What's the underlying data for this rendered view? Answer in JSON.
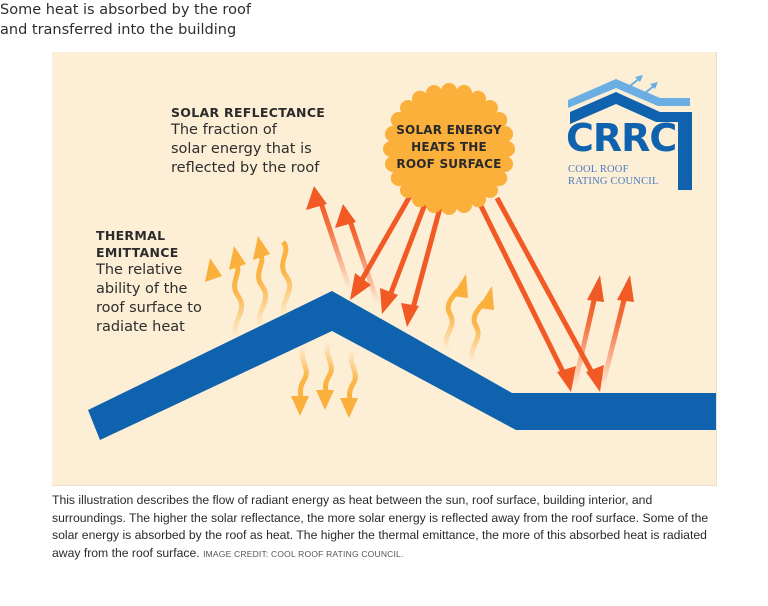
{
  "illustration": {
    "solar_reflectance": {
      "heading": "SOLAR REFLECTANCE",
      "lines": [
        "The fraction of",
        "solar energy that is",
        "reflected by the roof"
      ]
    },
    "thermal_emittance": {
      "heading_lines": [
        "THERMAL",
        "EMITTANCE"
      ],
      "lines": [
        "The relative",
        "ability of the",
        "roof surface to",
        "radiate heat"
      ]
    },
    "sun": {
      "lines": [
        "SOLAR ENERGY",
        "HEATS THE",
        "ROOF SURFACE"
      ]
    },
    "absorbed": {
      "lines": [
        "Some heat is absorbed by the roof",
        "and transferred into the building"
      ]
    },
    "logo": {
      "mark": "CRRC",
      "line1": "COOL ROOF",
      "line2": "RATING COUNCIL",
      "registered": "®"
    }
  },
  "caption": {
    "text": "This illustration describes the flow of radiant energy as heat between the sun, roof surface, building interior, and surroundings. The higher the solar reflectance, the more solar energy is reflected away from the roof surface. Some of the solar energy is absorbed by the roof as heat. The higher the thermal emittance, the more of this absorbed heat is radiated away from the roof surface.",
    "credit": "IMAGE CREDIT: COOL ROOF RATING COUNCIL."
  },
  "colors": {
    "background": "#fdeed6",
    "roof": "#0f62ae",
    "sun": "#fbb03b",
    "solar_arrow": "#f15a24",
    "heat_arrow": "#fbb03b",
    "logo_light": "#6aaee3"
  }
}
